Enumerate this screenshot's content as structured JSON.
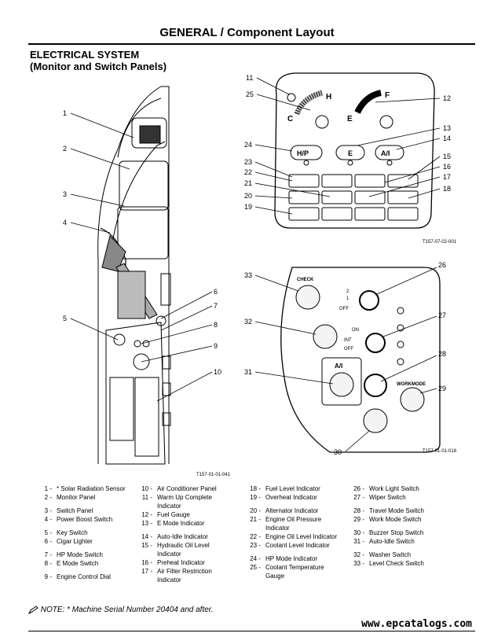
{
  "header": {
    "title": "GENERAL / Component Layout"
  },
  "section": {
    "line1": "ELECTRICAL SYSTEM",
    "line2": "(Monitor and Switch Panels)"
  },
  "figure_codes": {
    "left": "T157-01-01-041",
    "monitor": "T157-07-02-001",
    "switch": "T157-01-01-018"
  },
  "monitor_labels": {
    "h": "H",
    "c": "C",
    "f": "F",
    "e": "E",
    "hp": "H/P",
    "emode": "E",
    "ai": "A/I"
  },
  "switch_labels": {
    "check": "CHECK",
    "ai": "A/I",
    "workmode": "WORKMODE",
    "off": "OFF",
    "on": "ON",
    "int": "INT",
    "two": "2",
    "one": "1"
  },
  "callouts": [
    "1",
    "2",
    "3",
    "4",
    "5",
    "6",
    "7",
    "8",
    "9",
    "10",
    "11",
    "12",
    "13",
    "14",
    "15",
    "16",
    "17",
    "18",
    "19",
    "20",
    "21",
    "22",
    "23",
    "24",
    "25",
    "26",
    "27",
    "28",
    "29",
    "30",
    "31",
    "32",
    "33"
  ],
  "legend": {
    "col1": [
      {
        "n": "1 -",
        "t": "* Solar Radiation Sensor"
      },
      {
        "n": "2 -",
        "t": "Monitor Panel"
      },
      {
        "n": "",
        "t": ""
      },
      {
        "n": "3 -",
        "t": "Switch Panel"
      },
      {
        "n": "4 -",
        "t": "Power Boost Switch"
      },
      {
        "n": "",
        "t": ""
      },
      {
        "n": "5 -",
        "t": "Key Switch"
      },
      {
        "n": "6 -",
        "t": "Cigar Lighter"
      },
      {
        "n": "",
        "t": ""
      },
      {
        "n": "7 -",
        "t": "HP Mode Switch"
      },
      {
        "n": "8 -",
        "t": "E Mode Switch"
      },
      {
        "n": "",
        "t": ""
      },
      {
        "n": "9 -",
        "t": "Engine Control Dial"
      }
    ],
    "col2": [
      {
        "n": "10 -",
        "t": "Air Conditioner Panel"
      },
      {
        "n": "11 -",
        "t": "Warm Up Complete\nIndicator"
      },
      {
        "n": "12 -",
        "t": "Fuel Gauge"
      },
      {
        "n": "13 -",
        "t": "E Mode Indicator"
      },
      {
        "n": "",
        "t": ""
      },
      {
        "n": "14 -",
        "t": "Auto-Idle Indicator"
      },
      {
        "n": "15 -",
        "t": "Hydraulic Oil Level\nIndicator"
      },
      {
        "n": "16 -",
        "t": "Preheat Indicator"
      },
      {
        "n": "17 -",
        "t": "Air Filter Restriction\nIndicator"
      }
    ],
    "col3": [
      {
        "n": "18 -",
        "t": "Fuel Level Indicator"
      },
      {
        "n": "19 -",
        "t": "Overheat Indicator"
      },
      {
        "n": "",
        "t": ""
      },
      {
        "n": "20 -",
        "t": "Alternator Indicator"
      },
      {
        "n": "21 -",
        "t": "Engine Oil Pressure\nIndicator"
      },
      {
        "n": "22 -",
        "t": "Engine Oil Level Indicator"
      },
      {
        "n": "23 -",
        "t": "Coolant Level Indicator"
      },
      {
        "n": "",
        "t": ""
      },
      {
        "n": "24 -",
        "t": "HP Mode Indicator"
      },
      {
        "n": "25 -",
        "t": "Coolant Temperature\nGauge"
      }
    ],
    "col4": [
      {
        "n": "26 -",
        "t": "Work Light Switch"
      },
      {
        "n": "27 -",
        "t": "Wiper Switch"
      },
      {
        "n": "",
        "t": ""
      },
      {
        "n": "28 -",
        "t": "Travel Mode Switch"
      },
      {
        "n": "29 -",
        "t": "Work Mode Switch"
      },
      {
        "n": "",
        "t": ""
      },
      {
        "n": "30 -",
        "t": "Buzzer Stop Switch"
      },
      {
        "n": "31 -",
        "t": "Auto-Idle Switch"
      },
      {
        "n": "",
        "t": ""
      },
      {
        "n": "32 -",
        "t": "Washer Switch"
      },
      {
        "n": "33 -",
        "t": "Level Check Switch"
      }
    ]
  },
  "note": "NOTE:  * Machine Serial Number 20404 and after.",
  "footer": {
    "site": "www.epcatalogs.com"
  }
}
